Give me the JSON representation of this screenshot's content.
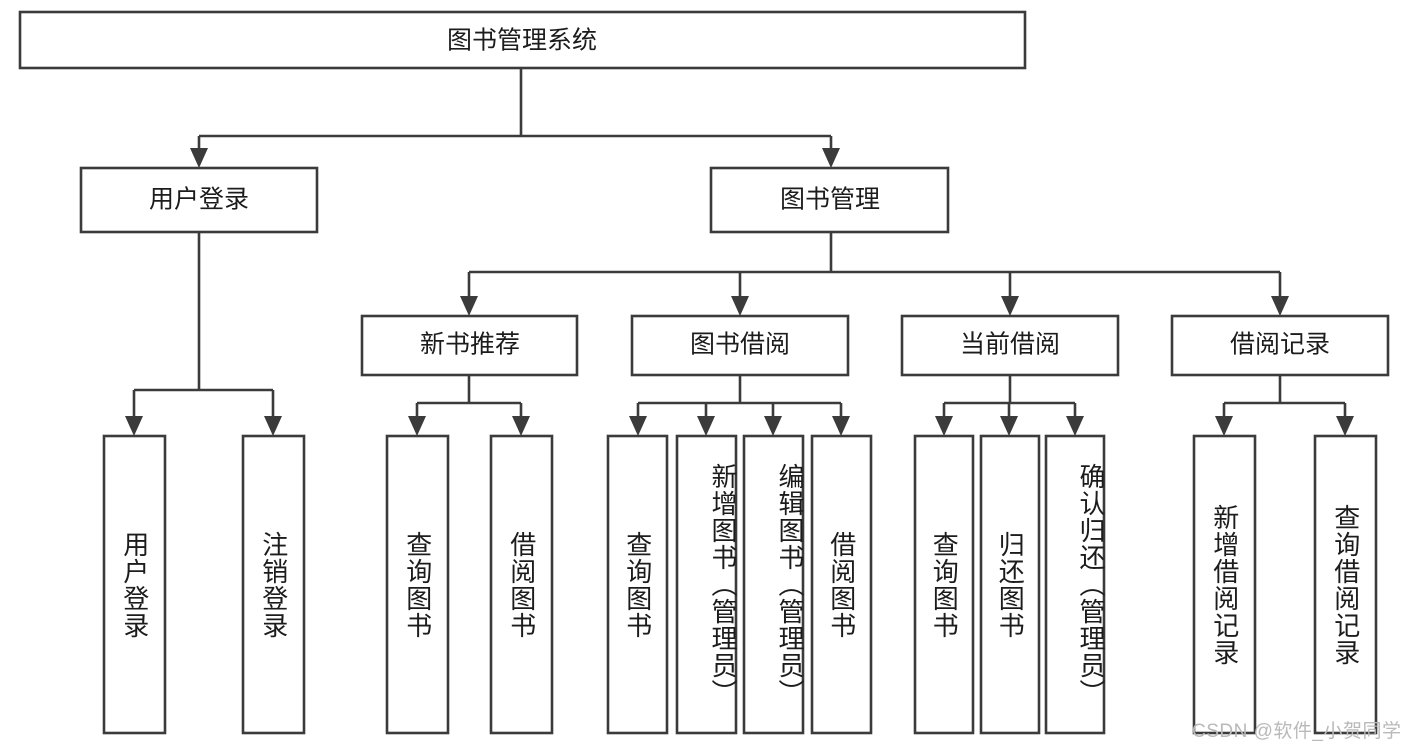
{
  "diagram": {
    "type": "tree",
    "title": "图书管理系统",
    "watermark": "CSDN @软件_小贺同学",
    "colors": {
      "stroke": "#3b3b3b",
      "fill": "#ffffff",
      "text": "#1c1c1c",
      "watermark": "#b9b9b9"
    },
    "levels": [
      {
        "level": 0,
        "nodes": [
          {
            "id": "root",
            "label": "图书管理系统",
            "orientation": "horizontal"
          }
        ]
      },
      {
        "level": 1,
        "nodes": [
          {
            "id": "login",
            "label": "用户登录",
            "orientation": "horizontal",
            "parent": "root"
          },
          {
            "id": "bookmgmt",
            "label": "图书管理",
            "orientation": "horizontal",
            "parent": "root"
          }
        ]
      },
      {
        "level": 2,
        "nodes": [
          {
            "id": "newbook",
            "label": "新书推荐",
            "orientation": "horizontal",
            "parent": "bookmgmt"
          },
          {
            "id": "borrow",
            "label": "图书借阅",
            "orientation": "horizontal",
            "parent": "bookmgmt"
          },
          {
            "id": "current",
            "label": "当前借阅",
            "orientation": "horizontal",
            "parent": "bookmgmt"
          },
          {
            "id": "records",
            "label": "借阅记录",
            "orientation": "horizontal",
            "parent": "bookmgmt"
          }
        ]
      },
      {
        "level": 3,
        "nodes": [
          {
            "id": "leaf-user-login",
            "label": "用户登录",
            "orientation": "vertical",
            "parent": "login"
          },
          {
            "id": "leaf-user-logout",
            "label": "注销登录",
            "orientation": "vertical",
            "parent": "login"
          },
          {
            "id": "leaf-newbook-query",
            "label": "查询图书",
            "orientation": "vertical",
            "parent": "newbook"
          },
          {
            "id": "leaf-newbook-borrow",
            "label": "借阅图书",
            "orientation": "vertical",
            "parent": "newbook"
          },
          {
            "id": "leaf-borrow-query",
            "label": "查询图书",
            "orientation": "vertical",
            "parent": "borrow"
          },
          {
            "id": "leaf-borrow-add",
            "label": "新增图书（管理员）",
            "orientation": "vertical",
            "parent": "borrow"
          },
          {
            "id": "leaf-borrow-edit",
            "label": "编辑图书（管理员）",
            "orientation": "vertical",
            "parent": "borrow"
          },
          {
            "id": "leaf-borrow-take",
            "label": "借阅图书",
            "orientation": "vertical",
            "parent": "borrow"
          },
          {
            "id": "leaf-current-query",
            "label": "查询图书",
            "orientation": "vertical",
            "parent": "current"
          },
          {
            "id": "leaf-current-return",
            "label": "归还图书",
            "orientation": "vertical",
            "parent": "current"
          },
          {
            "id": "leaf-current-confirm",
            "label": "确认归还（管理员）",
            "orientation": "vertical",
            "parent": "current"
          },
          {
            "id": "leaf-records-add",
            "label": "新增借阅记录",
            "orientation": "vertical",
            "parent": "records"
          },
          {
            "id": "leaf-records-query",
            "label": "查询借阅记录",
            "orientation": "vertical",
            "parent": "records"
          }
        ]
      }
    ]
  }
}
